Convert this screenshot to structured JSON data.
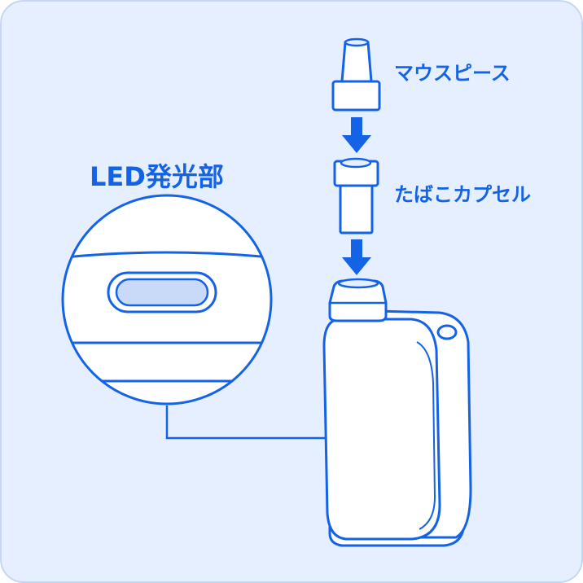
{
  "labels": {
    "led": "LED発光部",
    "mouthpiece": "マウスピース",
    "capsule": "たばこカプセル"
  },
  "colors": {
    "background": "#e6efff",
    "stroke": "#1463e6",
    "arrow": "#1463e6",
    "fill": "#ffffff",
    "led_glow": "#c9daf8"
  }
}
